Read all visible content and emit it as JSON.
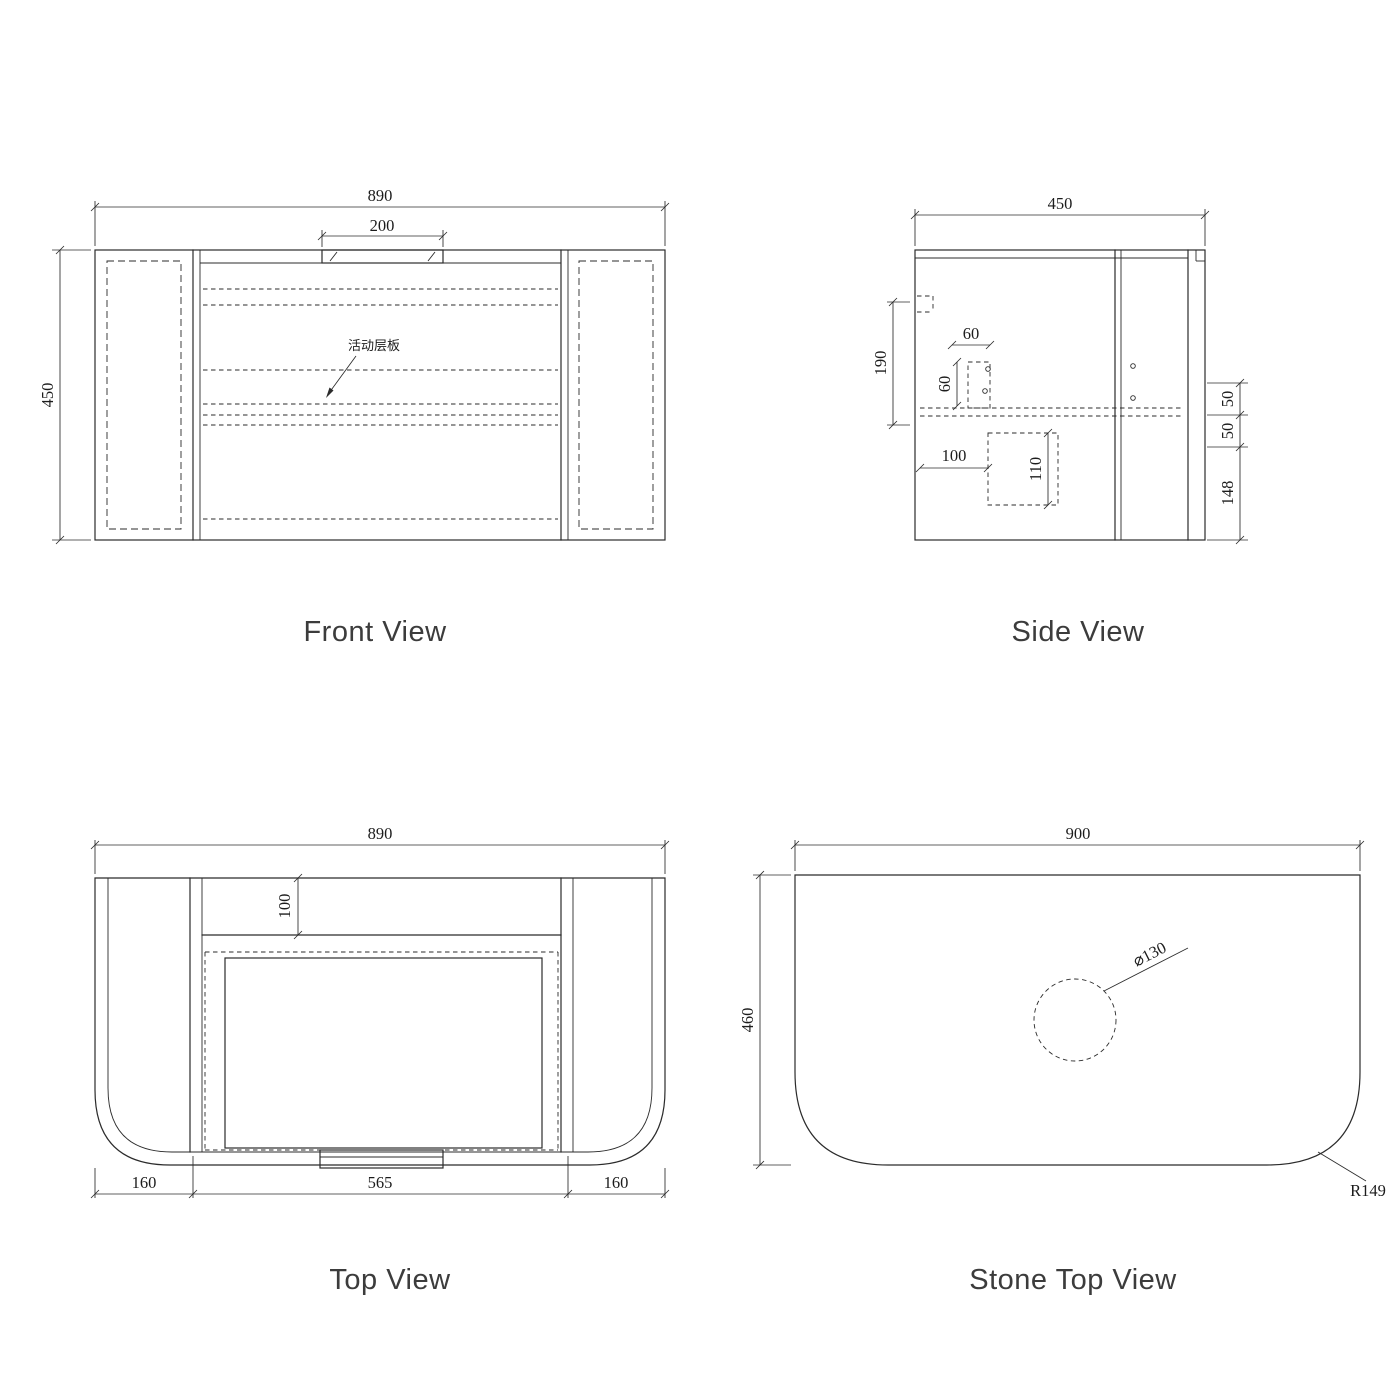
{
  "drawing": {
    "background": "#ffffff",
    "line_color": "#2b2b2b"
  },
  "views": {
    "front": {
      "title": "Front View",
      "dim_width": "890",
      "dim_handle": "200",
      "dim_height": "450",
      "annotation_shelf": "活动层板"
    },
    "side": {
      "title": "Side View",
      "dim_width": "450",
      "dim_rail_height": "190",
      "dim_offset_a": "60",
      "dim_offset_b": "60",
      "dim_depth": "100",
      "dim_drawer": "110",
      "dim_gap_a": "50",
      "dim_gap_b": "50",
      "dim_bottom": "148"
    },
    "top": {
      "title": "Top View",
      "dim_width": "890",
      "dim_rail": "100",
      "dim_left": "160",
      "dim_center": "565",
      "dim_right": "160"
    },
    "stone": {
      "title": "Stone Top View",
      "dim_width": "900",
      "dim_depth": "460",
      "dim_hole": "⌀130",
      "dim_radius": "R149"
    }
  }
}
